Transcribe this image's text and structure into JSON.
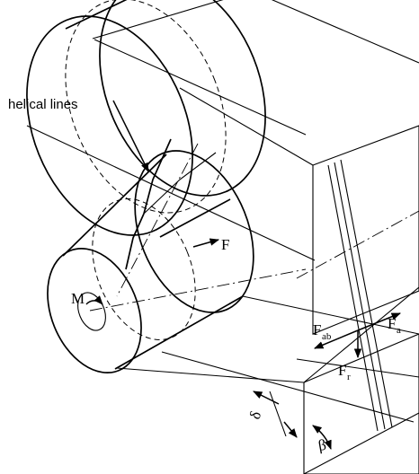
{
  "labels": {
    "helical": "helical lines",
    "F": "F",
    "M": "M",
    "Fab_main": "F",
    "Fab_sub": "ab",
    "Fa_main": "F",
    "Fa_sub": "a",
    "Fr_main": "F",
    "Fr_sub": "r",
    "delta": "δ",
    "beta": "β"
  }
}
